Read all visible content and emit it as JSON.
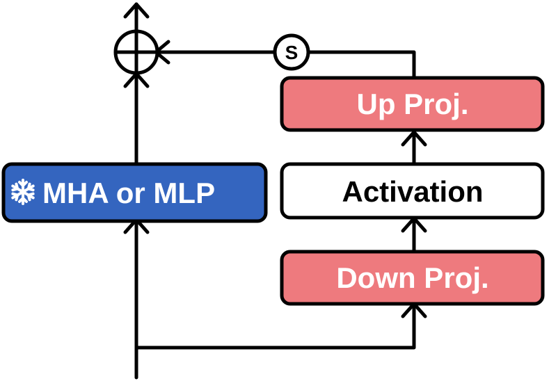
{
  "diagram": {
    "frozen_block": {
      "icon": "snowflake-icon",
      "label": "MHA or MLP",
      "fill": "#3465BF"
    },
    "adapter": {
      "down_proj": {
        "label": "Down Proj.",
        "fill": "#EE7A7E"
      },
      "activation": {
        "label": "Activation",
        "fill": "#FFFFFF"
      },
      "up_proj": {
        "label": "Up Proj.",
        "fill": "#EE7A7E"
      }
    },
    "scale_node": {
      "label": "S"
    },
    "sum_node": {
      "symbol": "circled-plus"
    },
    "colors": {
      "stroke": "#000000",
      "label_light": "#FFFFFF",
      "label_dark": "#000000"
    }
  }
}
